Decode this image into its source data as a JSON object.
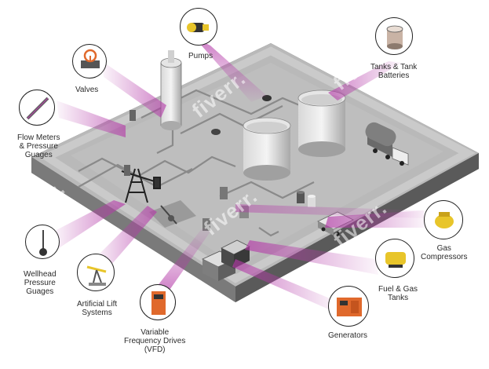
{
  "labels": {
    "pumps": "Pumps",
    "valves": "Valves",
    "tanks": [
      "Tanks & Tank",
      "Batteries"
    ],
    "flow_meters": [
      "Flow Meters",
      "& Pressure",
      "Guages"
    ],
    "wellhead": [
      "Wellhead",
      "Pressure",
      "Guages"
    ],
    "artificial_lift": [
      "Artificial Lift",
      "Systems"
    ],
    "vfd": [
      "Variable",
      "Frequency Drives",
      "(VFD)"
    ],
    "generators": "Generators",
    "fuel_gas": [
      "Fuel & Gas",
      "Tanks"
    ],
    "gas_compressors": [
      "Gas",
      "Compressors"
    ]
  },
  "watermark": "fiverr.",
  "colors": {
    "beam": "#b43aa8",
    "platform_top": "#b9b9b9",
    "platform_edge": "#6d6d6d",
    "accent_orange": "#e0692c",
    "accent_yellow": "#e8c52a"
  },
  "icons": [
    "pump-icon",
    "valve-icon",
    "tank-icon",
    "flow-meter-icon",
    "wellhead-gauge-icon",
    "pumpjack-icon",
    "vfd-icon",
    "generator-icon",
    "fuel-tank-icon",
    "gas-compressor-icon"
  ]
}
